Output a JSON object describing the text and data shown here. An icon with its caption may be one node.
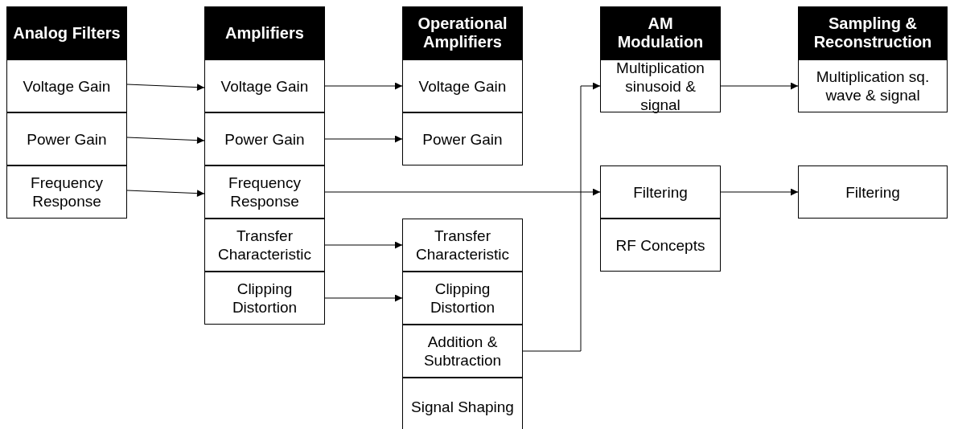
{
  "diagram": {
    "nodes": [
      {
        "text": [
          "Analog Filters"
        ]
      },
      {
        "text": [
          "Voltage Gain"
        ]
      },
      {
        "text": [
          "Power Gain"
        ]
      },
      {
        "text": [
          "Frequency Response"
        ]
      },
      {
        "text": [
          "Amplifiers"
        ]
      },
      {
        "text": [
          "Voltage Gain"
        ]
      },
      {
        "text": [
          "Power Gain"
        ]
      },
      {
        "text": [
          "Frequency Response"
        ]
      },
      {
        "text": [
          "Transfer Characteristic"
        ]
      },
      {
        "text": [
          "Clipping Distortion"
        ]
      },
      {
        "text": [
          "Operational Amplifiers"
        ]
      },
      {
        "text": [
          "Voltage Gain"
        ]
      },
      {
        "text": [
          "Power Gain"
        ]
      },
      {
        "text": [
          "Transfer Characteristic"
        ]
      },
      {
        "text": [
          "Clipping Distortion"
        ]
      },
      {
        "text": [
          "Addition & Subtraction"
        ]
      },
      {
        "text": [
          "Signal Shaping"
        ]
      },
      {
        "text": [
          "AM Modulation"
        ]
      },
      {
        "text": [
          "Multiplication sinusoid & signal"
        ]
      },
      {
        "text": [
          "Filtering"
        ]
      },
      {
        "text": [
          "RF Concepts"
        ]
      },
      {
        "text": [
          "Sampling & Reconstruction"
        ]
      },
      {
        "text": [
          "Multiplication sq. wave & signal"
        ]
      },
      {
        "text": [
          "Filtering"
        ]
      }
    ],
    "edges": [
      {
        "from": 1,
        "to": 5,
        "arrow": "to"
      },
      {
        "from": 2,
        "to": 6,
        "arrow": "to"
      },
      {
        "from": 3,
        "to": 7,
        "arrow": "to"
      },
      {
        "from": 5,
        "to": 11,
        "arrow": "to"
      },
      {
        "from": 6,
        "to": 12,
        "arrow": "to"
      },
      {
        "from": 7,
        "to": 19,
        "arrow": "to"
      },
      {
        "from": 8,
        "to": 13,
        "arrow": "to"
      },
      {
        "from": 9,
        "to": 14,
        "arrow": "to"
      },
      {
        "from": 15,
        "to": 18,
        "arrow": "to"
      },
      {
        "from": 18,
        "to": 22,
        "arrow": "to"
      },
      {
        "from": 19,
        "to": 23,
        "arrow": "to"
      }
    ]
  }
}
